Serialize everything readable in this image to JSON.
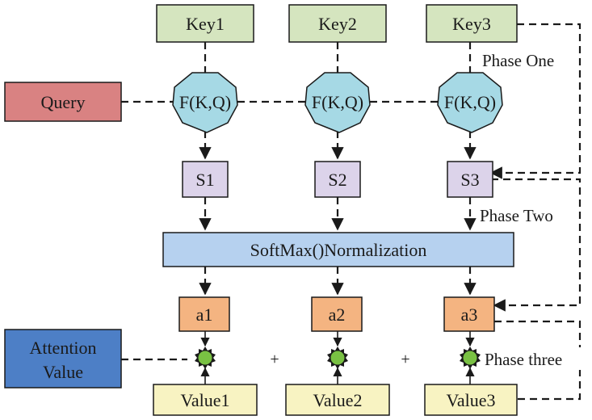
{
  "keys": [
    "Key1",
    "Key2",
    "Key3"
  ],
  "query": "Query",
  "function_label": "F(K,Q)",
  "scores": [
    "S1",
    "S2",
    "S3"
  ],
  "softmax": "SoftMax()Normalization",
  "weights": [
    "a1",
    "a2",
    "a3"
  ],
  "values": [
    "Value1",
    "Value2",
    "Value3"
  ],
  "attention": {
    "line1": "Attention",
    "line2": "Value"
  },
  "operators": {
    "plus1": "+",
    "plus2": "+"
  },
  "phases": {
    "one": "Phase One",
    "two": "Phase Two",
    "three": "Phase three"
  },
  "colors": {
    "key_fill": "#d5e5bf",
    "query_fill": "#d98282",
    "function_fill": "#a6d9e5",
    "score_fill": "#dcd3ea",
    "softmax_fill": "#b6d1ef",
    "weight_fill": "#f4b481",
    "value_fill": "#f8f3c2",
    "attention_fill": "#4d7fc6",
    "node_fill": "#79c143"
  }
}
